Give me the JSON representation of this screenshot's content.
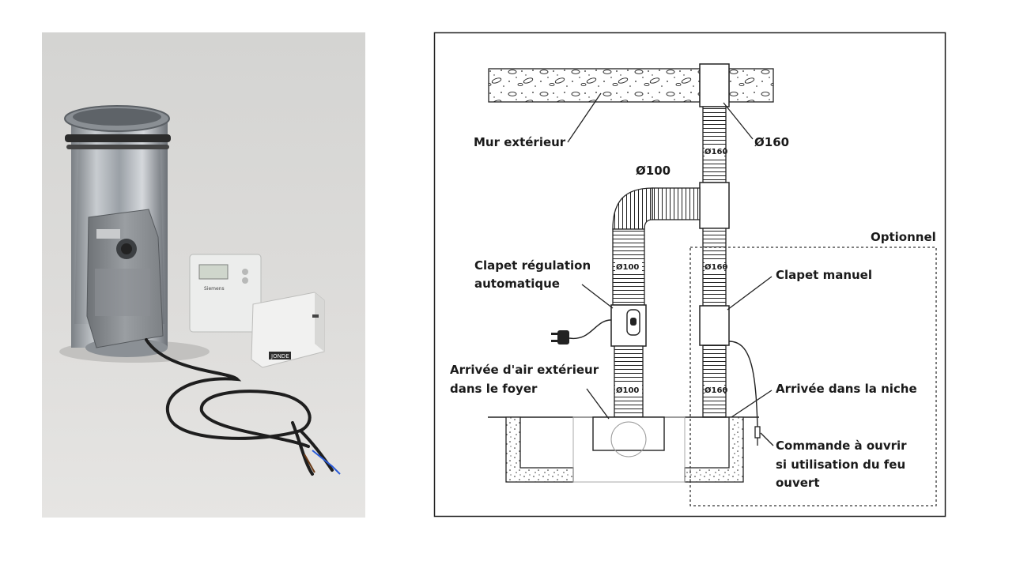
{
  "photo": {
    "thermostat_brand": "Siemens",
    "module_logo": "JONDE"
  },
  "diagram": {
    "labels": {
      "mur_exterieur": "Mur extérieur",
      "d160_top": "Ø160",
      "d100_top": "Ø100",
      "optionnel": "Optionnel",
      "clapet_regulation_1": "Clapet régulation",
      "clapet_regulation_2": "automatique",
      "clapet_manuel": "Clapet manuel",
      "arrivee_air_1": "Arrivée d'air extérieur",
      "arrivee_air_2": "dans le foyer",
      "arrivee_niche": "Arrivée dans la niche",
      "commande_1": "Commande à ouvrir",
      "commande_2": "si utilisation du feu",
      "commande_3": "ouvert"
    },
    "duct_marks": {
      "d160_a": "Ø160",
      "d160_b": "Ø160",
      "d160_c": "Ø160",
      "d100_a": "Ø100",
      "d100_b": "Ø100"
    }
  }
}
